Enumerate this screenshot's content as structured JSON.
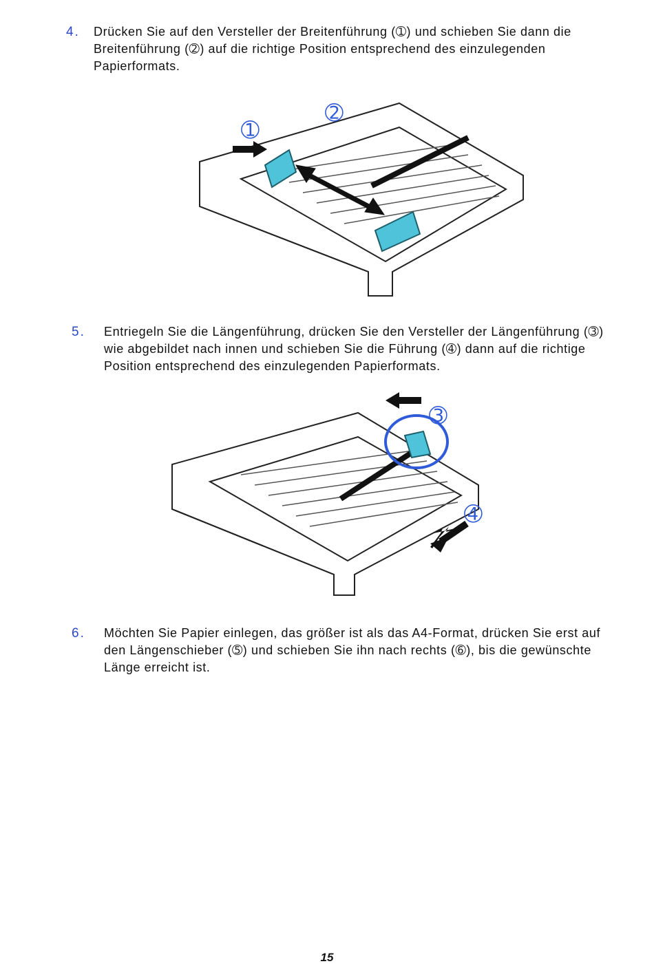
{
  "steps": [
    {
      "number": "4.",
      "lines": [
        "Drücken Sie auf den Versteller der Breitenführung (➀) und schieben Sie dann die",
        "Breitenführung (➁) auf die richtige Position entsprechend des einzulegenden",
        "Papierformats."
      ],
      "callouts": [
        "➀",
        "➁"
      ]
    },
    {
      "number": "5.",
      "lines": [
        "Entriegeln Sie die Längenführung, drücken Sie den Versteller der Längenführung (➂)",
        "wie abgebildet nach innen und schieben Sie die Führung (➃) dann auf die richtige",
        "Position entsprechend des einzulegenden Papierformats."
      ],
      "callouts": [
        "➂",
        "➃"
      ]
    },
    {
      "number": "6.",
      "lines": [
        "Möchten Sie Papier einlegen, das größer ist als das A4-Format, drücken Sie erst auf",
        "den Längenschieber (➄) und schieben Sie ihn nach rechts (➅), bis die gewünschte",
        "Länge erreicht ist."
      ]
    }
  ],
  "page_number": "15",
  "colors": {
    "step_number": "#2b47c9",
    "callout": "#2f5bd8",
    "guide": "#4fc3d9"
  }
}
